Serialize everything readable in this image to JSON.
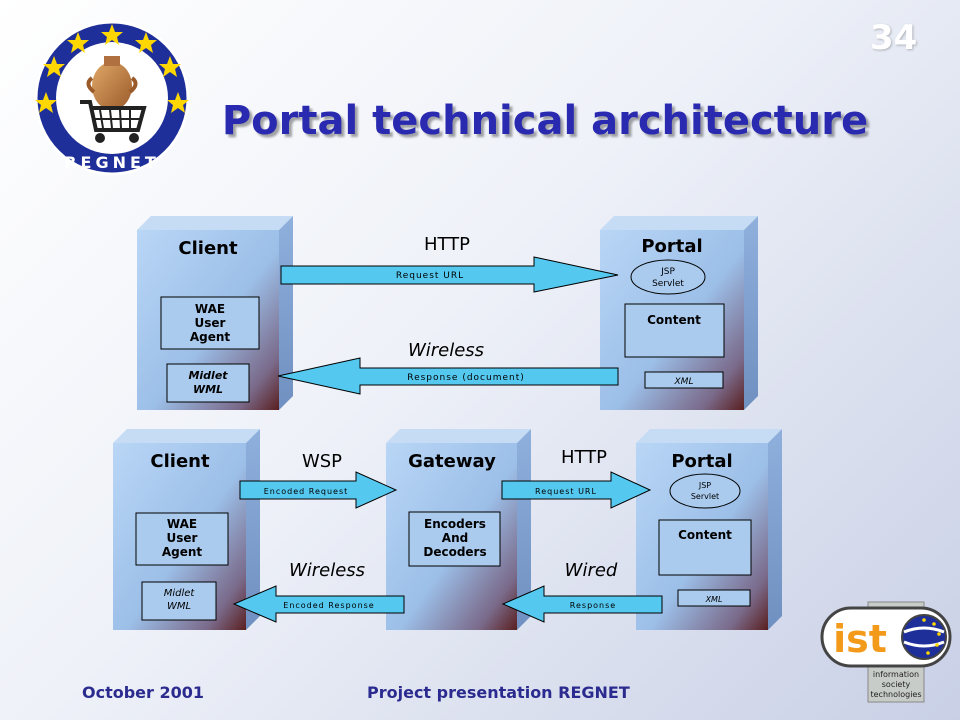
{
  "slide": {
    "number": "34",
    "title": "Portal technical architecture"
  },
  "footer": {
    "date": "October 2001",
    "project": "Project presentation REGNET"
  },
  "logo_regnet": {
    "text": "REGNET",
    "icon": "shopping-cart-vase-icon",
    "star_color": "#ffd700",
    "ring_color": "#1f2f9a"
  },
  "logo_ist": {
    "text": "ist",
    "lines": [
      "information",
      "society",
      "technologies"
    ]
  },
  "diagram_top": {
    "client": {
      "title": "Client",
      "box1": [
        "WAE",
        "User",
        "Agent"
      ],
      "box2": [
        "Midlet",
        "WML"
      ]
    },
    "portal": {
      "title": "Portal",
      "oval": [
        "JSP",
        "Servlet"
      ],
      "content": "Content",
      "xml": "XML"
    },
    "protocol_top": "HTTP",
    "request_label": "Request URL",
    "protocol_bottom": "Wireless",
    "response_label": "Response (document)"
  },
  "diagram_bottom": {
    "client": {
      "title": "Client",
      "box1": [
        "WAE",
        "User",
        "Agent"
      ],
      "box2": [
        "Midlet",
        "WML"
      ]
    },
    "gateway": {
      "title": "Gateway",
      "box": [
        "Encoders",
        "And",
        "Decoders"
      ]
    },
    "portal": {
      "title": "Portal",
      "oval": [
        "JSP",
        "Servlet"
      ],
      "content": "Content",
      "xml": "XML"
    },
    "wsp": "WSP",
    "encoded_request": "Encoded Request",
    "wireless": "Wireless",
    "encoded_response": "Encoded Response",
    "http": "HTTP",
    "request_url": "Request URL",
    "wired": "Wired",
    "response": "Response"
  },
  "colors": {
    "box_light": "#a8c8ee",
    "box_dark": "#5a1f1f",
    "arrow_fill": "#55c8f0",
    "title": "#2a2ab0"
  }
}
